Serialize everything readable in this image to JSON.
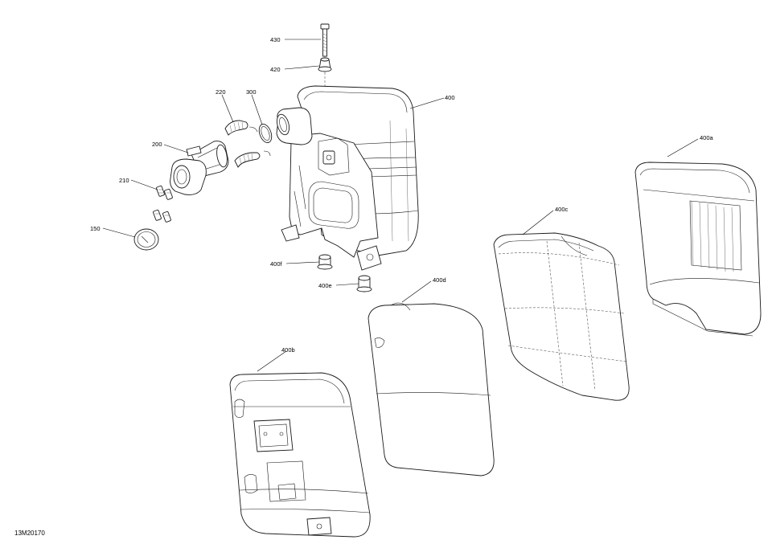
{
  "labels": {
    "p430": "430",
    "p420": "420",
    "p400": "400",
    "p400a": "400a",
    "p400b": "400b",
    "p400c": "400c",
    "p400d": "400d",
    "p400e": "400e",
    "p400f": "400f",
    "p300": "300",
    "p220": "220",
    "p210": "210",
    "p200": "200",
    "p150": "150"
  },
  "reference_code": "13M20170"
}
